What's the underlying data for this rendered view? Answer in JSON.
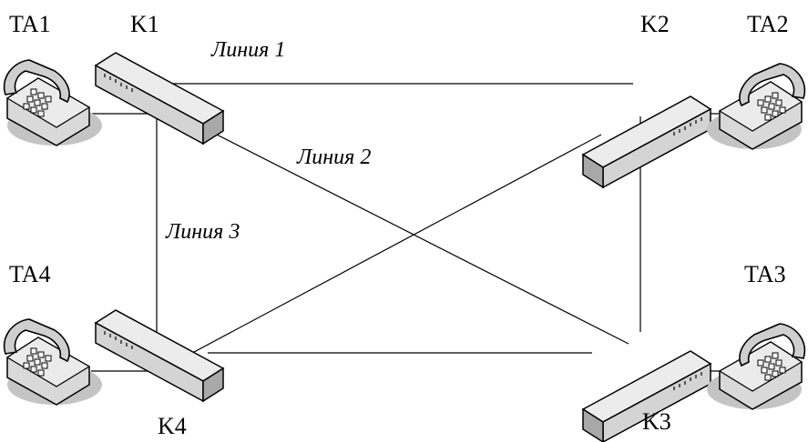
{
  "phones": [
    {
      "id": "ta1",
      "label": "TA1"
    },
    {
      "id": "ta2",
      "label": "TA2"
    },
    {
      "id": "ta3",
      "label": "TA3"
    },
    {
      "id": "ta4",
      "label": "TA4"
    }
  ],
  "switches": [
    {
      "id": "k1",
      "label": "K1"
    },
    {
      "id": "k2",
      "label": "K2"
    },
    {
      "id": "k3",
      "label": "K3"
    },
    {
      "id": "k4",
      "label": "K4"
    }
  ],
  "lines": [
    {
      "id": "line1",
      "label": "Линия 1"
    },
    {
      "id": "line2",
      "label": "Линия 2"
    },
    {
      "id": "line3",
      "label": "Линия 3"
    }
  ],
  "colors": {
    "phone_body": "#d6d6d6",
    "phone_shadow": "#bfbfbf",
    "switch_top": "#ececec",
    "switch_front": "#d4d4d4",
    "switch_side": "#a8a8a8",
    "outline": "#000000"
  }
}
